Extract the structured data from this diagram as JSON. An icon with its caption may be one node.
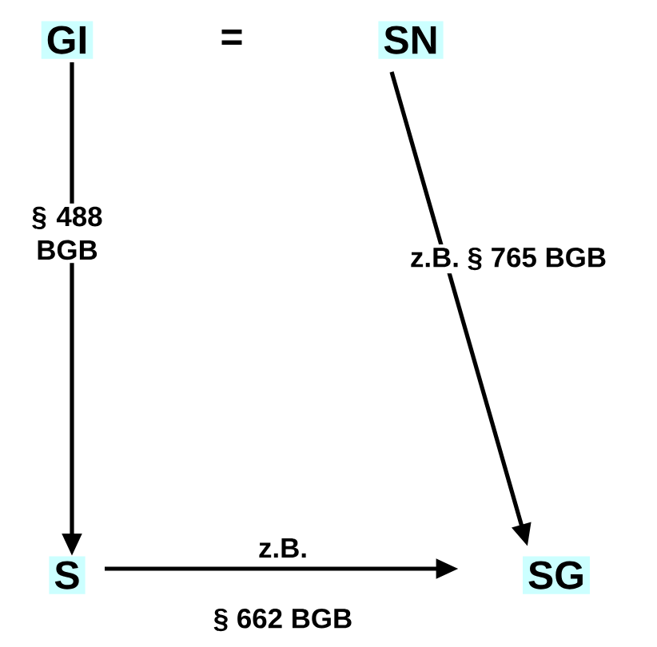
{
  "diagram": {
    "nodes": [
      {
        "text": [
          "GI"
        ]
      },
      {
        "text": [
          "SN"
        ]
      },
      {
        "text": [
          "S"
        ]
      },
      {
        "text": [
          "SG"
        ]
      }
    ],
    "edges": [
      {
        "from": 0,
        "to": 2,
        "arrow": "to",
        "label": "§ 488 BGB"
      },
      {
        "from": 1,
        "to": 3,
        "arrow": "to",
        "label": "z.B. § 765 BGB"
      },
      {
        "from": 2,
        "to": 3,
        "arrow": "to",
        "label": "z.B."
      }
    ],
    "labels": [
      "=",
      "§ 662 BGB"
    ]
  }
}
